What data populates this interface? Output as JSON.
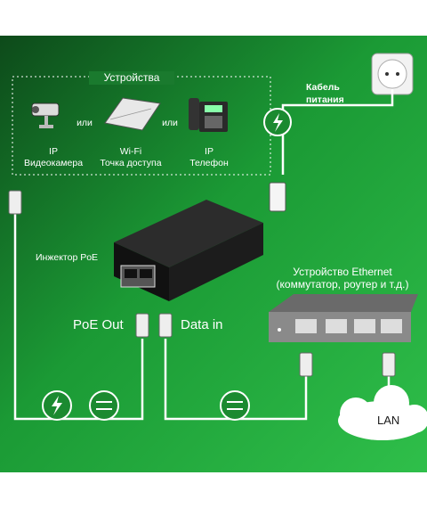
{
  "devices": {
    "title": "Устройства",
    "or_label_1": "или",
    "or_label_2": "или",
    "camera_line1": "IP",
    "camera_line2": "Видеокамера",
    "ap_line1": "Wi-Fi",
    "ap_line2": "Точка доступа",
    "phone_line1": "IP",
    "phone_line2": "Телефон"
  },
  "power_cable": {
    "line1": "Кабель",
    "line2": "питания"
  },
  "injector": {
    "label": "Инжектор PoE"
  },
  "ports": {
    "poe_out": "PoE Out",
    "data_in": "Data in"
  },
  "ethernet_device": {
    "line1": "Устройство Ethernet",
    "line2": "(коммутатор, роутер и т.д.)"
  },
  "network": {
    "lan": "LAN"
  },
  "colors": {
    "bg_green": "#1fa83a",
    "bg_dark": "#0f5a1f",
    "line_white": "#ffffff",
    "device_dark": "#1a1a1a"
  }
}
